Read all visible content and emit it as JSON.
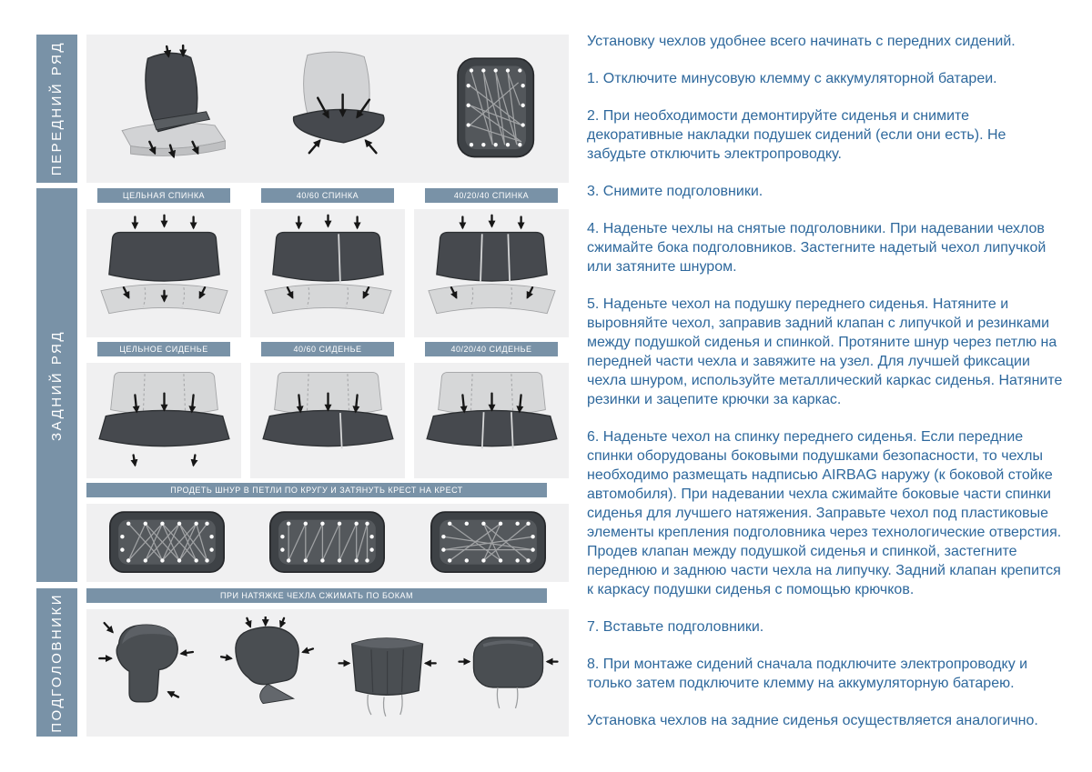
{
  "colors": {
    "accent": "#7992a7",
    "panel_bg": "#f0f0f1",
    "text": "#2e689c",
    "illustration_dark": "#46494e",
    "illustration_light": "#d6d7d8"
  },
  "sidebar": {
    "labels": [
      "ПЕРЕДНИЙ РЯД",
      "ЗАДНИЙ РЯД",
      "ПОДГОЛОВНИКИ"
    ]
  },
  "diagram": {
    "backrest_labels": [
      "ЦЕЛЬНАЯ СПИНКА",
      "40/60 СПИНКА",
      "40/20/40 СПИНКА"
    ],
    "cushion_labels": [
      "ЦЕЛЬНОЕ СИДЕНЬЕ",
      "40/60 СИДЕНЬЕ",
      "40/20/40 СИДЕНЬЕ"
    ],
    "lacing_caption": "ПРОДЕТЬ ШНУР В ПЕТЛИ ПО КРУГУ И ЗАТЯНУТЬ КРЕСТ НА КРЕСТ",
    "headrest_caption": "ПРИ НАТЯЖКЕ ЧЕХЛА СЖИМАТЬ ПО БОКАМ"
  },
  "instructions": {
    "paragraphs": [
      "Установку чехлов удобнее всего начинать с передних сидений.",
      "1. Отключите минусовую клемму с аккумуляторной батареи.",
      "2. При необходимости демонтируйте сиденья и снимите декоративные накладки подушек сидений (если они есть). Не забудьте отключить электропроводку.",
      "3. Снимите подголовники.",
      "4. Наденьте чехлы на снятые подголовники. При надевании чехлов сжимайте бока подголовников. Застегните надетый чехол липучкой или затяните шнуром.",
      "5. Наденьте чехол на подушку переднего сиденья. Натяните и выровняйте чехол, заправив задний клапан с липучкой и резинками между подушкой сиденья и спинкой. Протяните шнур через петлю на передней части чехла и завяжите на узел. Для лучшей фиксации чехла шнуром, используйте металлический каркас сиденья. Натяните резинки и зацепите крючки за каркас.",
      "6. Наденьте чехол на спинку переднего сиденья. Если передние спинки оборудованы боковыми подушками безопасности, то чехлы необходимо размещать надписью AIRBAG наружу (к боковой стойке автомобиля). При надевании чехла сжимайте боковые части спинки сиденья для лучшего натяжения. Заправьте чехол под пластиковые элементы крепления подголовника через технологические отверстия. Продев клапан между подушкой сиденья и спинкой, застегните переднюю и заднюю части чехла на липучку. Задний клапан крепится к каркасу подушки сиденья с помощью крючков.",
      "7. Вставьте подголовники.",
      "8. При монтаже сидений сначала подключите электропроводку и только затем подключите клемму на аккумуляторную батарею.",
      "Установка чехлов на задние сиденья осуществляется аналогично."
    ]
  }
}
